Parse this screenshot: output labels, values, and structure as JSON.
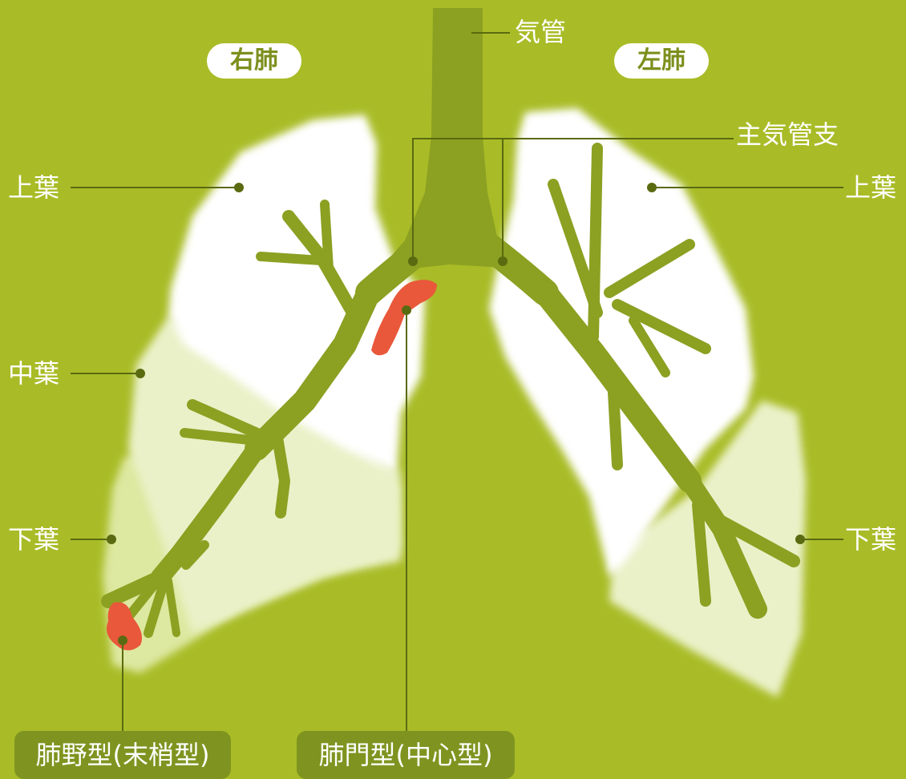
{
  "colors": {
    "background": "#a9bc27",
    "bronchus": "#8ca022",
    "lung_upper": "#ffffff",
    "lung_lower": "#eaf1c8",
    "lung_lower_right": "#dde8a0",
    "tumor": "#e9583a",
    "leader": "#5a6a10",
    "tag_bg": "#7f9420"
  },
  "headers": {
    "right_lung": "右肺",
    "left_lung": "左肺"
  },
  "labels": {
    "trachea": "気管",
    "main_bronchi": "主気管支",
    "right_upper": "上葉",
    "right_middle": "中葉",
    "right_lower": "下葉",
    "left_upper": "上葉",
    "left_lower": "下葉"
  },
  "tags": {
    "peripheral": "肺野型(末梢型)",
    "central": "肺門型(中心型)"
  },
  "icons": {
    "tumor_central": "tumor-central-icon",
    "tumor_peripheral": "tumor-peripheral-icon"
  }
}
